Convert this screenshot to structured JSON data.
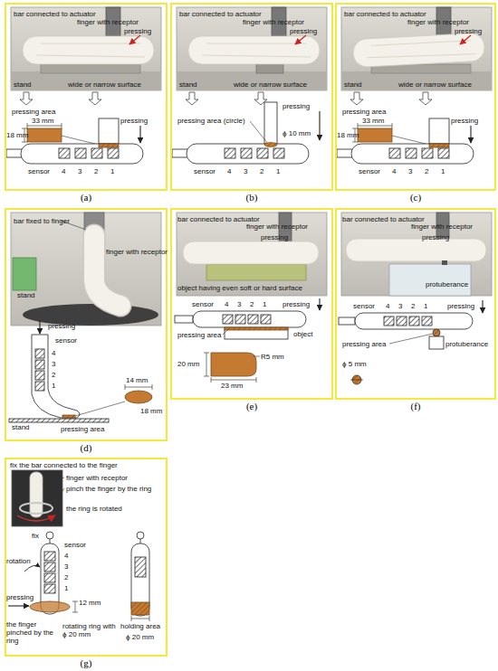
{
  "diagram": {
    "nodes": [
      {
        "text": [
          "(a)"
        ]
      },
      {
        "text": [
          "(b)"
        ]
      },
      {
        "text": [
          "(c)"
        ]
      },
      {
        "text": [
          "(d)"
        ]
      },
      {
        "text": [
          "(e)"
        ]
      },
      {
        "text": [
          "(f)"
        ]
      },
      {
        "text": [
          "(g)"
        ]
      }
    ],
    "labels": [
      "bar connected to actuator",
      "finger with receptor",
      "pressing",
      "stand",
      "wide or narrow surface",
      "pressing area",
      "33 mm",
      "pressing",
      "18 mm",
      "sensor",
      "4",
      "3",
      "2",
      "1",
      "bar connected to actuator",
      "finger with receptor",
      "pressing",
      "stand",
      "wide or narrow surface",
      "pressing area (circle)",
      "pressing",
      "ϕ 10 mm",
      "sensor",
      "4",
      "3",
      "2",
      "1",
      "bar connected to actuator",
      "finger with receptor",
      "pressing",
      "stand",
      "wide or narrow surface",
      "pressing area",
      "33 mm",
      "pressing",
      "18 mm",
      "sensor",
      "4",
      "3",
      "2",
      "1",
      "bar fixed to finger",
      "finger with receptor",
      "stand",
      "pressing",
      "sensor",
      "4",
      "3",
      "2",
      "1",
      "stand",
      "pressing area",
      "14 mm",
      "18 mm",
      "bar connected to actuator",
      "finger with receptor",
      "pressing",
      "object having even soft or hard surface",
      "sensor",
      "4",
      "3",
      "2",
      "1",
      "pressing",
      "pressing area",
      "object",
      "20 mm",
      "R5 mm",
      "23 mm",
      "bar connected to actuator",
      "finger with receptor",
      "pressing",
      "protuberance",
      "sensor",
      "4",
      "3",
      "2",
      "1",
      "pressing",
      "pressing area",
      "protuberance",
      "ϕ 5 mm",
      "fix the bar connected to the finger",
      "finger with receptor",
      "pinch the finger by the ring",
      "the ring is rotated",
      "fix",
      "rotation",
      "sensor",
      "4",
      "3",
      "2",
      "1",
      "pressing",
      "12 mm",
      "the finger pinched by the ring",
      "rotating ring with ϕ 20 mm",
      "holding area",
      "ϕ 20 mm"
    ]
  }
}
